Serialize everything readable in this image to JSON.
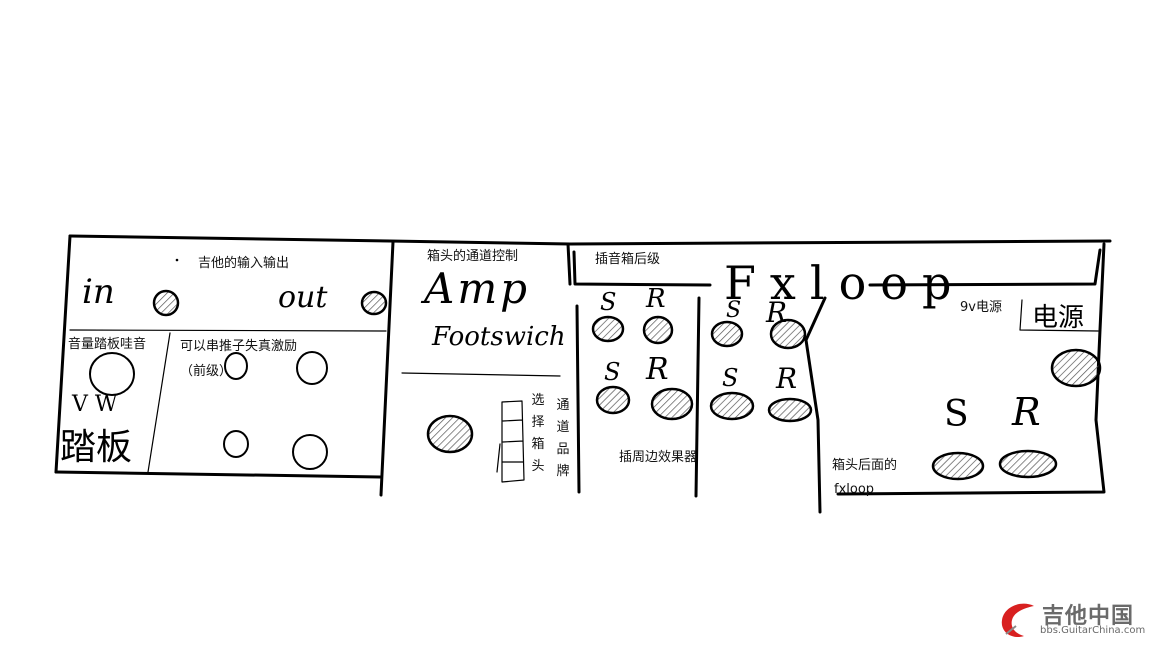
{
  "labels": {
    "guitar_io": "吉他的输入输出",
    "amp_channel_control": "箱头的通道控制",
    "amp_post_insert": "插音箱后级",
    "power_9v": "9v电源",
    "volume_wah": "音量踏板哇音",
    "chain_drive": "可以串推子失真激励",
    "pre_stage": "（前级）",
    "amp_select": "选择箱头",
    "channel_brand": "通道品牌",
    "insert_effects": "插周边效果器",
    "amp_rear": "箱头后面的",
    "fxloop_lower": "fxloop"
  },
  "handwriting": {
    "in": "in",
    "out": "out",
    "amp": "Amp",
    "footswitch": "Footswich",
    "fx_loop": "Fxloop",
    "send_small": "S",
    "return_small": "R",
    "send_large": "S",
    "return_large": "R",
    "pedal_chars": "踏板",
    "power_chars": "电源",
    "vw": "V W"
  },
  "watermark": {
    "title": "吉他中国",
    "subtitle": "bbs.GuitarChina.com",
    "accent": "#d82020"
  },
  "colors": {
    "ink": "#000000",
    "hatch": "#555555",
    "background": "#ffffff"
  }
}
